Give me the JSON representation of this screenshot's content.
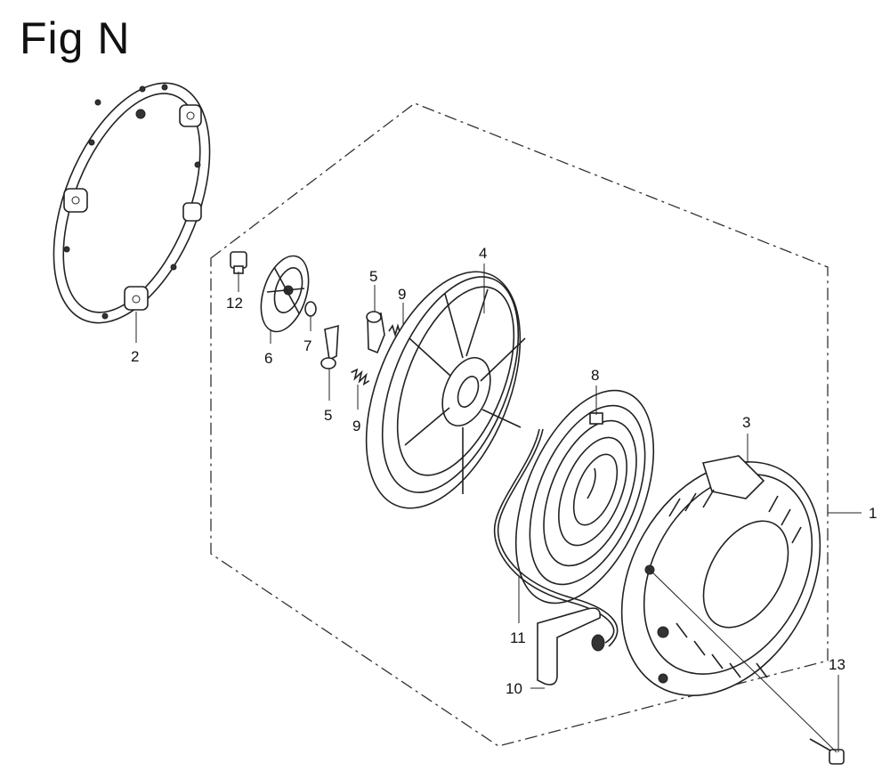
{
  "figure": {
    "title": "Fig N"
  },
  "parts": {
    "p1": "1",
    "p2": "2",
    "p3": "3",
    "p4": "4",
    "p5a": "5",
    "p5b": "5",
    "p6": "6",
    "p7": "7",
    "p8": "8",
    "p9a": "9",
    "p9b": "9",
    "p10": "10",
    "p11": "11",
    "p12": "12",
    "p13": "13"
  },
  "icons": {
    "gasket": "gasket-ring-icon",
    "reel": "starter-reel-icon",
    "spring": "recoil-spring-icon",
    "case": "starter-case-icon",
    "handle": "starter-grip-icon"
  }
}
